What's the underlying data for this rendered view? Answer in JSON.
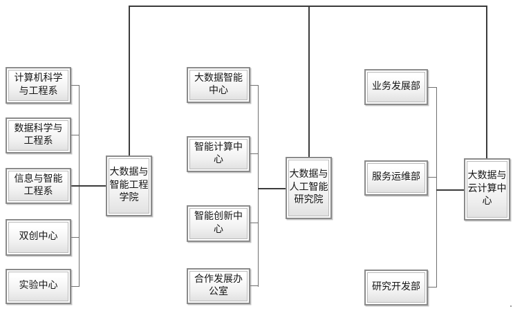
{
  "nodes": {
    "parents": [
      {
        "label": "大数据与\n智能工程\n学院"
      },
      {
        "label": "大数据与\n人工智能\n研究院"
      },
      {
        "label": "大数据与\n云计算中\n心"
      }
    ],
    "left": [
      {
        "label": "计算机科学\n与工程系"
      },
      {
        "label": "数据科学与\n工程系"
      },
      {
        "label": "信息与智能\n工程系"
      },
      {
        "label": "双创中心"
      },
      {
        "label": "实验中心"
      }
    ],
    "middle": [
      {
        "label": "大数据智能\n中心"
      },
      {
        "label": "智能计算中\n心"
      },
      {
        "label": "智能创新中\n心"
      },
      {
        "label": "合作发展办\n公室"
      }
    ],
    "right": [
      {
        "label": "业务发展部"
      },
      {
        "label": "服务运维部"
      },
      {
        "label": "研究开发部"
      }
    ]
  },
  "colors": {
    "node_border": "#8a8a8a",
    "node_inner_border": "#b9b9b9",
    "node_fill_top": "#ffffff",
    "node_fill_bottom": "#e2e2e2",
    "line_main": "#3a3a3a",
    "line_minor": "#6e6e6e",
    "text": "#141414",
    "background": "#ffffff"
  }
}
